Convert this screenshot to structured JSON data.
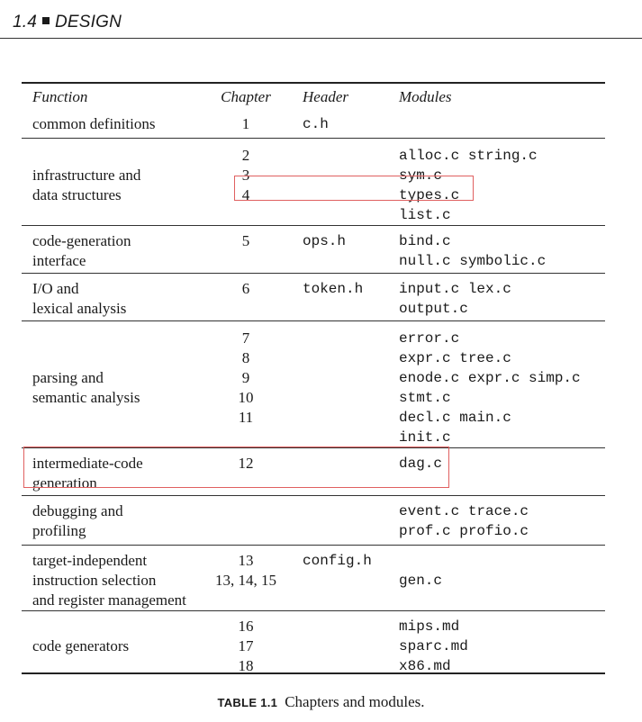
{
  "running_head": {
    "section": "1.4",
    "title": "DESIGN"
  },
  "table": {
    "columns": [
      "Function",
      "Chapter",
      "Header",
      "Modules"
    ],
    "rows": [
      {
        "function": [
          "common definitions"
        ],
        "chapters": [
          "1"
        ],
        "headers": [
          "c.h"
        ],
        "modules": [
          ""
        ]
      },
      {
        "function": [
          "",
          "infrastructure and",
          "data structures",
          ""
        ],
        "chapters": [
          "2",
          "3",
          "4",
          ""
        ],
        "headers": [
          "",
          "",
          "",
          ""
        ],
        "modules": [
          "alloc.c string.c",
          "sym.c",
          "types.c",
          "list.c"
        ]
      },
      {
        "function": [
          "code-generation",
          "interface"
        ],
        "chapters": [
          "5",
          ""
        ],
        "headers": [
          "ops.h",
          ""
        ],
        "modules": [
          "bind.c",
          "null.c symbolic.c"
        ]
      },
      {
        "function": [
          "I/O and",
          "lexical analysis"
        ],
        "chapters": [
          "6",
          ""
        ],
        "headers": [
          "token.h",
          ""
        ],
        "modules": [
          "input.c lex.c",
          "output.c"
        ]
      },
      {
        "function": [
          "",
          "",
          "parsing and",
          "semantic analysis",
          "",
          ""
        ],
        "chapters": [
          "7",
          "8",
          "9",
          "10",
          "11",
          ""
        ],
        "headers": [
          "",
          "",
          "",
          "",
          "",
          ""
        ],
        "modules": [
          "error.c",
          "expr.c tree.c",
          "enode.c expr.c simp.c",
          "stmt.c",
          "decl.c main.c",
          "init.c"
        ]
      },
      {
        "function": [
          "intermediate-code",
          "generation"
        ],
        "chapters": [
          "12",
          ""
        ],
        "headers": [
          "",
          ""
        ],
        "modules": [
          "dag.c",
          ""
        ]
      },
      {
        "function": [
          "debugging and",
          "profiling"
        ],
        "chapters": [
          "",
          ""
        ],
        "headers": [
          "",
          ""
        ],
        "modules": [
          "event.c trace.c",
          "prof.c profio.c"
        ]
      },
      {
        "function": [
          "target-independent",
          "instruction selection",
          "and register management"
        ],
        "chapters": [
          "13",
          "13, 14, 15",
          ""
        ],
        "headers": [
          "config.h",
          "",
          ""
        ],
        "modules": [
          "",
          "gen.c",
          ""
        ]
      },
      {
        "function": [
          "",
          "code generators",
          ""
        ],
        "chapters": [
          "16",
          "17",
          "18"
        ],
        "headers": [
          "",
          "",
          ""
        ],
        "modules": [
          "mips.md",
          "sparc.md",
          "x86.md"
        ]
      }
    ]
  },
  "caption": {
    "label": "TABLE 1.1",
    "text": "Chapters and modules."
  },
  "highlight_color": "#e06060"
}
